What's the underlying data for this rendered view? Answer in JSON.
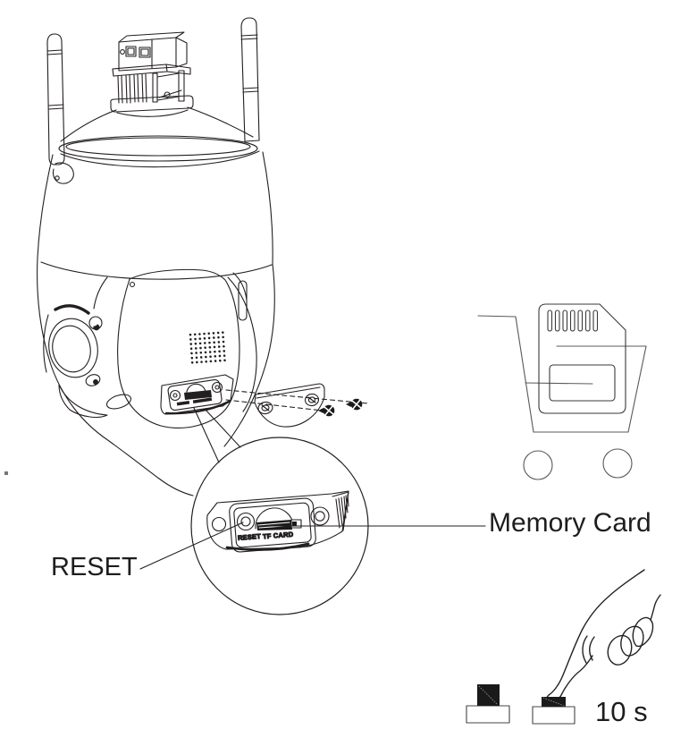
{
  "colors": {
    "ink": "#231f20",
    "cart_gray": "#58595b",
    "background": "#ffffff"
  },
  "labels": {
    "reset": "RESET",
    "memory_card": "Memory Card",
    "duration": "10 s"
  },
  "panel": {
    "reset": "RESET",
    "tf_card": "TF CARD"
  }
}
